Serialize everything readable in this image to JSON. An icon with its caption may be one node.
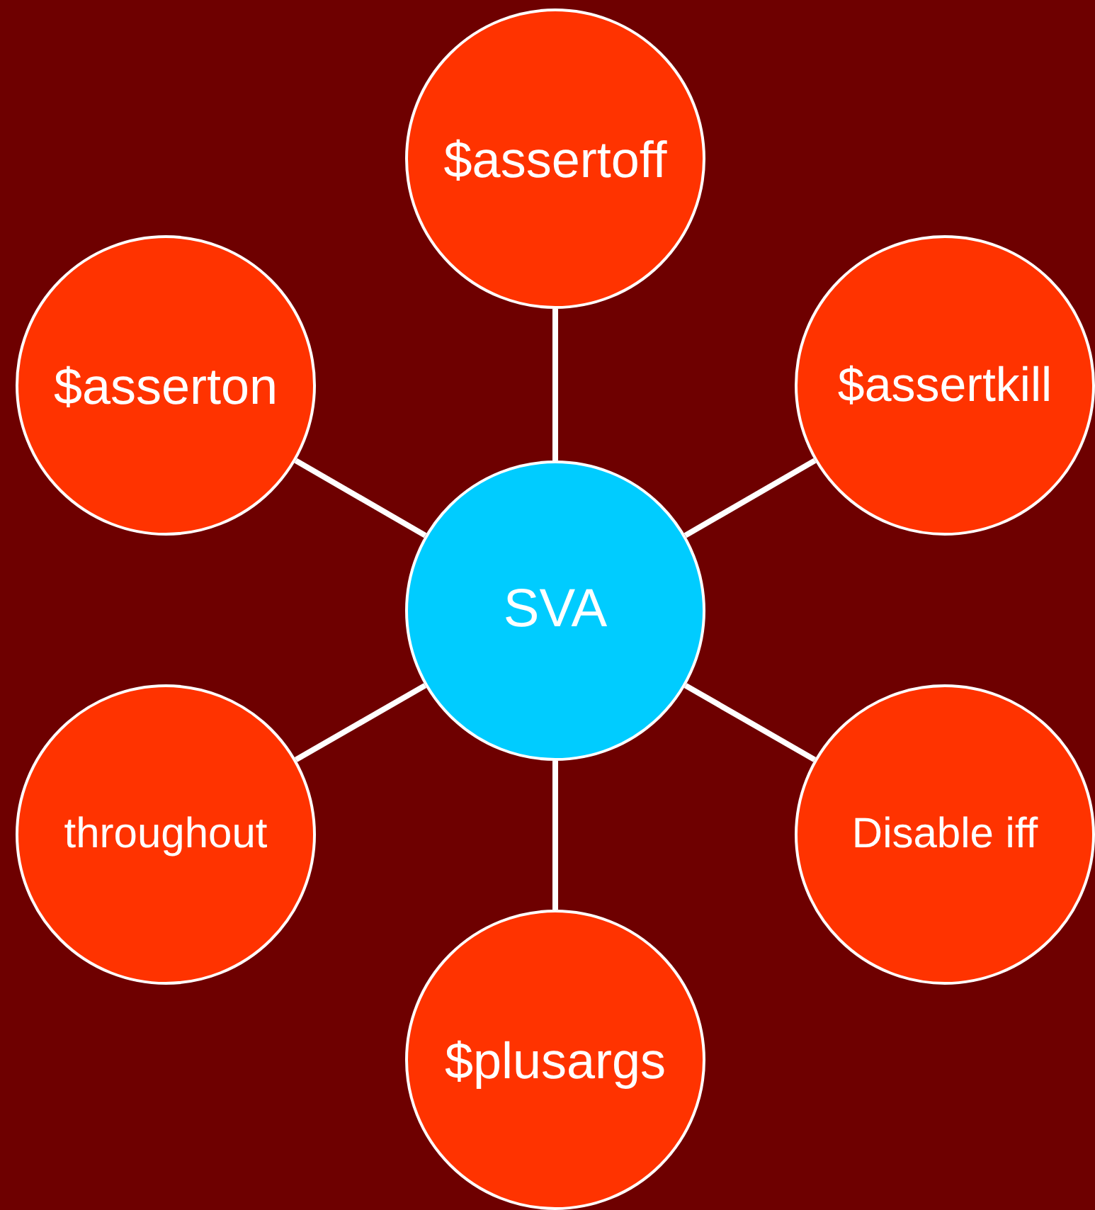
{
  "diagram": {
    "nodes": [
      {
        "text": [
          "$assertoff"
        ]
      },
      {
        "text": [
          "$asserton"
        ]
      },
      {
        "text": [
          "$assertkill"
        ]
      },
      {
        "text": [
          "SVA"
        ]
      },
      {
        "text": [
          "throughout"
        ]
      },
      {
        "text": [
          "Disable iff"
        ]
      },
      {
        "text": [
          "$plusargs"
        ]
      }
    ],
    "edges": [
      {
        "from": 3,
        "to": 0,
        "arrow": "none"
      },
      {
        "from": 3,
        "to": 1,
        "arrow": "none"
      },
      {
        "from": 3,
        "to": 2,
        "arrow": "none"
      },
      {
        "from": 3,
        "to": 4,
        "arrow": "none"
      },
      {
        "from": 3,
        "to": 5,
        "arrow": "none"
      },
      {
        "from": 3,
        "to": 6,
        "arrow": "none"
      }
    ]
  }
}
